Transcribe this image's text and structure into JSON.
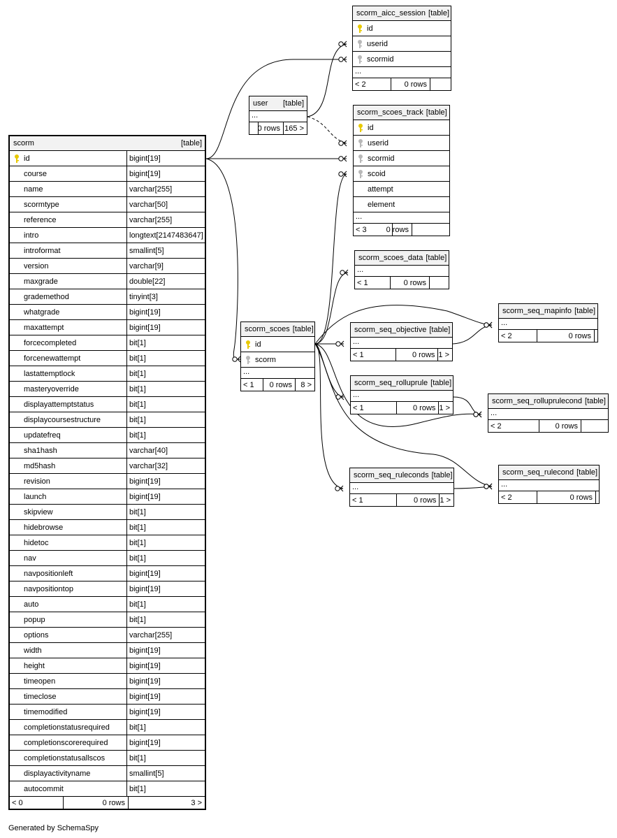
{
  "credit": "Generated by SchemaSpy",
  "table_type_label": "[table]",
  "icons": {
    "primary_key": "key-icon-yellow",
    "foreign_key": "key-icon-gray"
  },
  "colors": {
    "primary_key": "#e8c900",
    "foreign_key": "#b8b8b8",
    "header_bg": "#f2f2f2"
  },
  "scorm": {
    "name": "scorm",
    "footer": {
      "parents": "< 0",
      "rows": "0 rows",
      "children": "3 >"
    },
    "columns": [
      {
        "name": "id",
        "type": "bigint[19]",
        "key": "pk"
      },
      {
        "name": "course",
        "type": "bigint[19]",
        "key": ""
      },
      {
        "name": "name",
        "type": "varchar[255]",
        "key": ""
      },
      {
        "name": "scormtype",
        "type": "varchar[50]",
        "key": ""
      },
      {
        "name": "reference",
        "type": "varchar[255]",
        "key": ""
      },
      {
        "name": "intro",
        "type": "longtext[2147483647]",
        "key": ""
      },
      {
        "name": "introformat",
        "type": "smallint[5]",
        "key": ""
      },
      {
        "name": "version",
        "type": "varchar[9]",
        "key": ""
      },
      {
        "name": "maxgrade",
        "type": "double[22]",
        "key": ""
      },
      {
        "name": "grademethod",
        "type": "tinyint[3]",
        "key": ""
      },
      {
        "name": "whatgrade",
        "type": "bigint[19]",
        "key": ""
      },
      {
        "name": "maxattempt",
        "type": "bigint[19]",
        "key": ""
      },
      {
        "name": "forcecompleted",
        "type": "bit[1]",
        "key": ""
      },
      {
        "name": "forcenewattempt",
        "type": "bit[1]",
        "key": ""
      },
      {
        "name": "lastattemptlock",
        "type": "bit[1]",
        "key": ""
      },
      {
        "name": "masteryoverride",
        "type": "bit[1]",
        "key": ""
      },
      {
        "name": "displayattemptstatus",
        "type": "bit[1]",
        "key": ""
      },
      {
        "name": "displaycoursestructure",
        "type": "bit[1]",
        "key": ""
      },
      {
        "name": "updatefreq",
        "type": "bit[1]",
        "key": ""
      },
      {
        "name": "sha1hash",
        "type": "varchar[40]",
        "key": ""
      },
      {
        "name": "md5hash",
        "type": "varchar[32]",
        "key": ""
      },
      {
        "name": "revision",
        "type": "bigint[19]",
        "key": ""
      },
      {
        "name": "launch",
        "type": "bigint[19]",
        "key": ""
      },
      {
        "name": "skipview",
        "type": "bit[1]",
        "key": ""
      },
      {
        "name": "hidebrowse",
        "type": "bit[1]",
        "key": ""
      },
      {
        "name": "hidetoc",
        "type": "bit[1]",
        "key": ""
      },
      {
        "name": "nav",
        "type": "bit[1]",
        "key": ""
      },
      {
        "name": "navpositionleft",
        "type": "bigint[19]",
        "key": ""
      },
      {
        "name": "navpositiontop",
        "type": "bigint[19]",
        "key": ""
      },
      {
        "name": "auto",
        "type": "bit[1]",
        "key": ""
      },
      {
        "name": "popup",
        "type": "bit[1]",
        "key": ""
      },
      {
        "name": "options",
        "type": "varchar[255]",
        "key": ""
      },
      {
        "name": "width",
        "type": "bigint[19]",
        "key": ""
      },
      {
        "name": "height",
        "type": "bigint[19]",
        "key": ""
      },
      {
        "name": "timeopen",
        "type": "bigint[19]",
        "key": ""
      },
      {
        "name": "timeclose",
        "type": "bigint[19]",
        "key": ""
      },
      {
        "name": "timemodified",
        "type": "bigint[19]",
        "key": ""
      },
      {
        "name": "completionstatusrequired",
        "type": "bit[1]",
        "key": ""
      },
      {
        "name": "completionscorerequired",
        "type": "bigint[19]",
        "key": ""
      },
      {
        "name": "completionstatusallscos",
        "type": "bit[1]",
        "key": ""
      },
      {
        "name": "displayactivityname",
        "type": "smallint[5]",
        "key": ""
      },
      {
        "name": "autocommit",
        "type": "bit[1]",
        "key": ""
      }
    ]
  },
  "tables": [
    {
      "id": "scorm_aicc_session",
      "name": "scorm_aicc_session",
      "columns": [
        {
          "name": "id",
          "key": "pk"
        },
        {
          "name": "userid",
          "key": "fk"
        },
        {
          "name": "scormid",
          "key": "fk"
        }
      ],
      "more": "...",
      "footer": {
        "parents": "< 2",
        "rows": "0 rows",
        "children": ""
      }
    },
    {
      "id": "user",
      "name": "user",
      "columns": [],
      "more": "...",
      "footer": {
        "parents": "",
        "rows": "0 rows",
        "children": "165 >"
      }
    },
    {
      "id": "scorm_scoes_track",
      "name": "scorm_scoes_track",
      "columns": [
        {
          "name": "id",
          "key": "pk"
        },
        {
          "name": "userid",
          "key": "fk"
        },
        {
          "name": "scormid",
          "key": "fk"
        },
        {
          "name": "scoid",
          "key": "fk"
        },
        {
          "name": "attempt",
          "key": ""
        },
        {
          "name": "element",
          "key": ""
        }
      ],
      "more": "...",
      "footer": {
        "parents": "< 3",
        "rows": "0 rows",
        "children": ""
      }
    },
    {
      "id": "scorm_scoes_data",
      "name": "scorm_scoes_data",
      "columns": [],
      "more": "...",
      "footer": {
        "parents": "< 1",
        "rows": "0 rows",
        "children": ""
      }
    },
    {
      "id": "scorm_scoes",
      "name": "scorm_scoes",
      "columns": [
        {
          "name": "id",
          "key": "pk"
        },
        {
          "name": "scorm",
          "key": "fk"
        }
      ],
      "more": "...",
      "footer": {
        "parents": "< 1",
        "rows": "0 rows",
        "children": "8 >"
      }
    },
    {
      "id": "scorm_seq_mapinfo",
      "name": "scorm_seq_mapinfo",
      "columns": [],
      "more": "...",
      "footer": {
        "parents": "< 2",
        "rows": "0 rows",
        "children": ""
      }
    },
    {
      "id": "scorm_seq_objective",
      "name": "scorm_seq_objective",
      "columns": [],
      "more": "...",
      "footer": {
        "parents": "< 1",
        "rows": "0 rows",
        "children": "1 >"
      }
    },
    {
      "id": "scorm_seq_rolluprule",
      "name": "scorm_seq_rolluprule",
      "columns": [],
      "more": "...",
      "footer": {
        "parents": "< 1",
        "rows": "0 rows",
        "children": "1 >"
      }
    },
    {
      "id": "scorm_seq_rolluprulecond",
      "name": "scorm_seq_rolluprulecond",
      "columns": [],
      "more": "...",
      "footer": {
        "parents": "< 2",
        "rows": "0 rows",
        "children": ""
      }
    },
    {
      "id": "scorm_seq_ruleconds",
      "name": "scorm_seq_ruleconds",
      "columns": [],
      "more": "...",
      "footer": {
        "parents": "< 1",
        "rows": "0 rows",
        "children": "1 >"
      }
    },
    {
      "id": "scorm_seq_rulecond",
      "name": "scorm_seq_rulecond",
      "columns": [],
      "more": "...",
      "footer": {
        "parents": "< 2",
        "rows": "0 rows",
        "children": ""
      }
    }
  ]
}
